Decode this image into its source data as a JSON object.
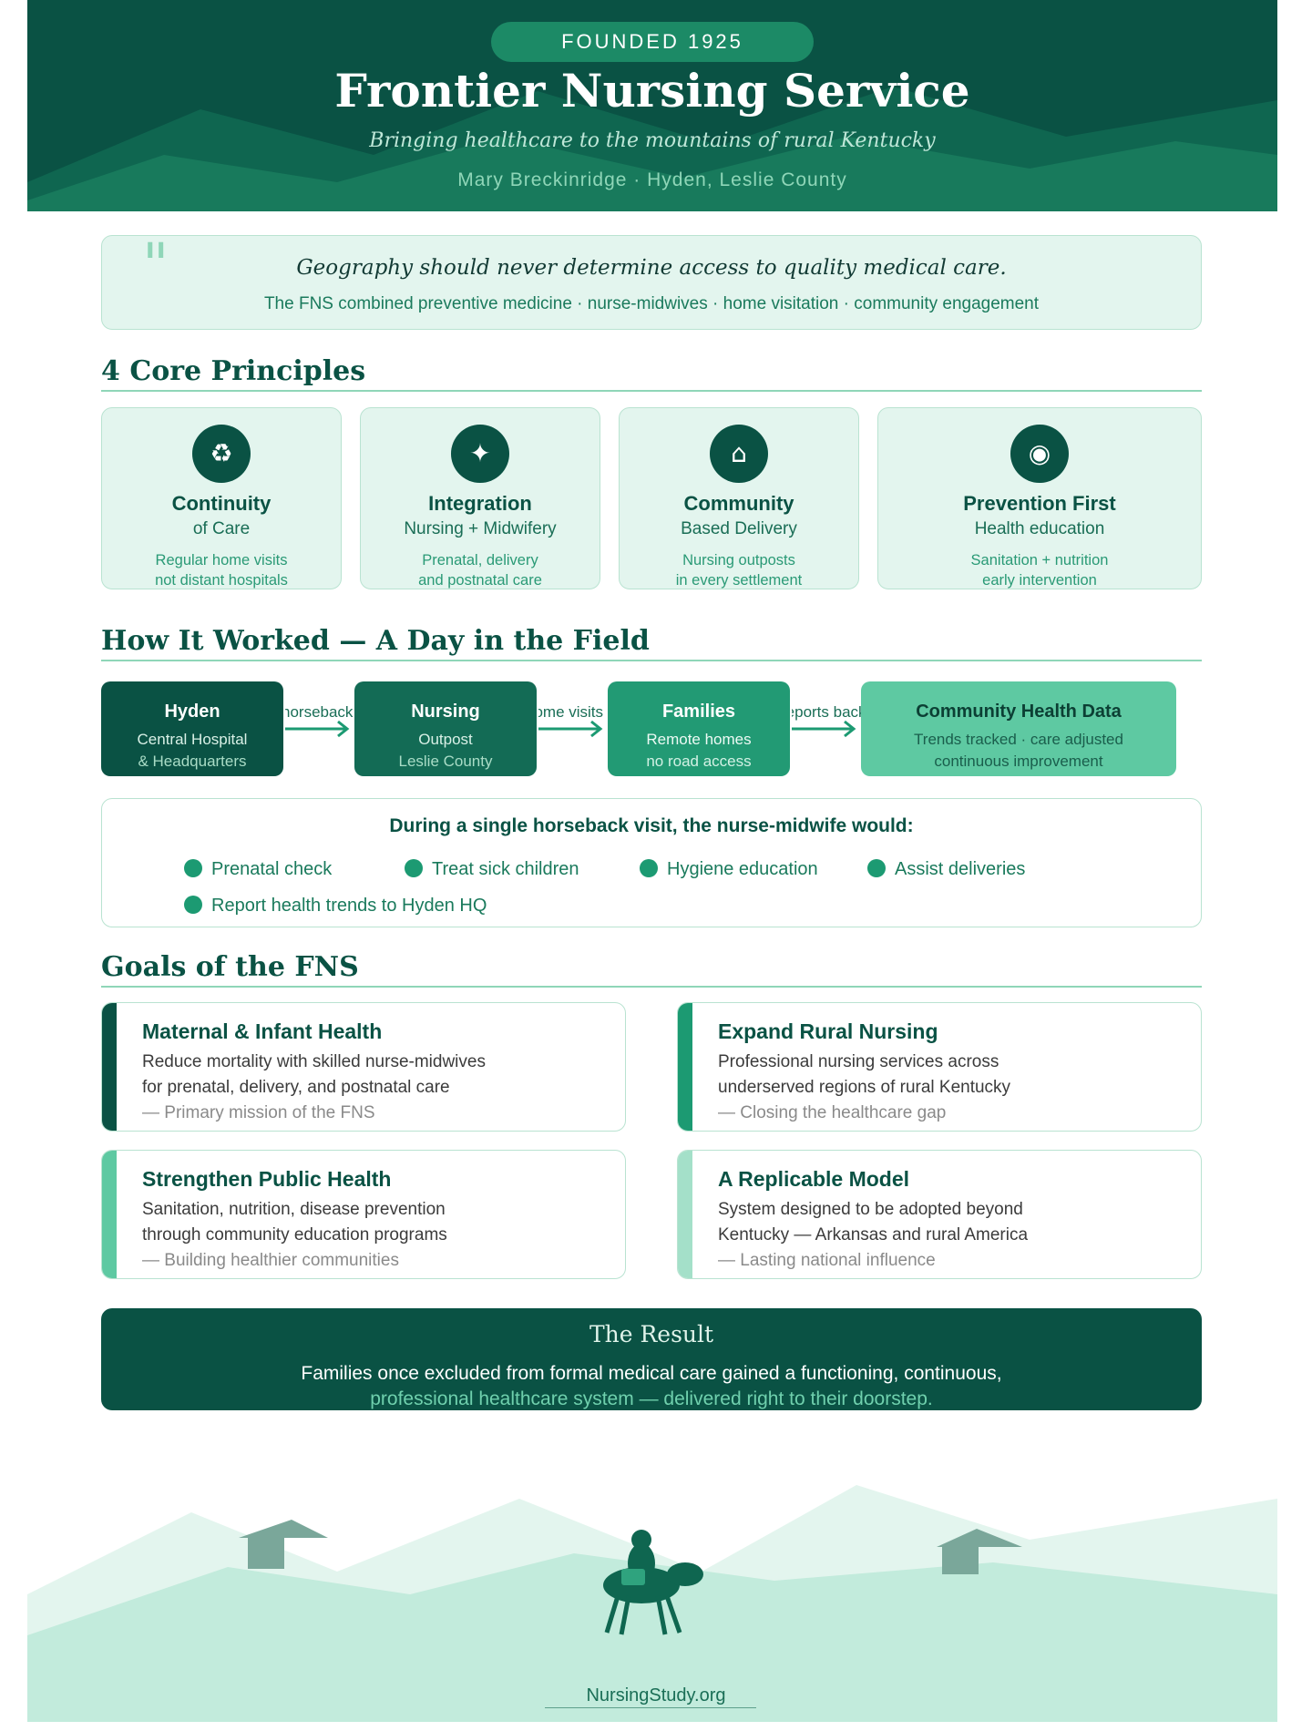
{
  "header": {
    "badge": "FOUNDED 1925",
    "title": "Frontier Nursing Service",
    "subtitle": "Bringing healthcare to the mountains of rural Kentucky",
    "byline": "Mary Breckinridge · Hyden, Leslie County"
  },
  "quote": {
    "mark": "\"",
    "text": "Geography should never determine access to quality medical care.",
    "sub": "The FNS combined preventive medicine · nurse-midwives · home visitation · community engagement"
  },
  "principles": {
    "heading": "4 Core Principles",
    "items": [
      {
        "icon": "♻",
        "icon_name": "recycle-icon",
        "title": "Continuity",
        "sub": "of Care",
        "desc1": "Regular home visits",
        "desc2": "not distant hospitals"
      },
      {
        "icon": "✦",
        "icon_name": "sparkle-icon",
        "title": "Integration",
        "sub": "Nursing + Midwifery",
        "desc1": "Prenatal, delivery",
        "desc2": "and postnatal care"
      },
      {
        "icon": "⌂",
        "icon_name": "house-icon",
        "title": "Community",
        "sub": "Based Delivery",
        "desc1": "Nursing outposts",
        "desc2": "in every settlement"
      },
      {
        "icon": "◉",
        "icon_name": "target-icon",
        "title": "Prevention First",
        "sub": "Health education",
        "desc1": "Sanitation + nutrition",
        "desc2": "early intervention"
      }
    ]
  },
  "workflow": {
    "heading": "How It Worked — A Day in the Field",
    "steps": [
      {
        "title": "Hyden",
        "line1": "Central Hospital",
        "line2": "& Headquarters"
      },
      {
        "title": "Nursing",
        "line1": "Outpost",
        "line2": "Leslie County"
      },
      {
        "title": "Families",
        "line1": "Remote homes",
        "line2": "no road access"
      },
      {
        "title": "Community Health Data",
        "line1": "Trends tracked · care adjusted",
        "line2": "continuous improvement"
      }
    ],
    "arrows": [
      "horseback",
      "home visits",
      "reports back"
    ]
  },
  "visit": {
    "title": "During a single horseback visit, the nurse-midwife would:",
    "items": [
      "Prenatal check",
      "Treat sick children",
      "Hygiene education",
      "Assist deliveries",
      "Report health trends to Hyden HQ"
    ]
  },
  "goals": {
    "heading": "Goals of the FNS",
    "items": [
      {
        "title": "Maternal & Infant Health",
        "d1": "Reduce mortality with skilled nurse-midwives",
        "d2": "for prenatal, delivery, and postnatal care",
        "note": "— Primary mission of the FNS"
      },
      {
        "title": "Expand Rural Nursing",
        "d1": "Professional nursing services across",
        "d2": "underserved regions of rural Kentucky",
        "note": "— Closing the healthcare gap"
      },
      {
        "title": "Strengthen Public Health",
        "d1": "Sanitation, nutrition, disease prevention",
        "d2": "through community education programs",
        "note": "— Building healthier communities"
      },
      {
        "title": "A Replicable Model",
        "d1": "System designed to be adopted beyond",
        "d2": "Kentucky — Arkansas and rural America",
        "note": "— Lasting national influence"
      }
    ]
  },
  "result": {
    "title": "The Result",
    "line1": "Families once excluded from formal medical care gained a functioning, continuous,",
    "line2": "professional healthcare system — delivered right to their doorstep."
  },
  "footer": {
    "link": "NursingStudy.org"
  },
  "colors": {
    "dark_green": "#0a5244",
    "mid_green": "#1c8a66",
    "light_green": "#5ec9a2",
    "pale_green": "#e3f5ee"
  }
}
